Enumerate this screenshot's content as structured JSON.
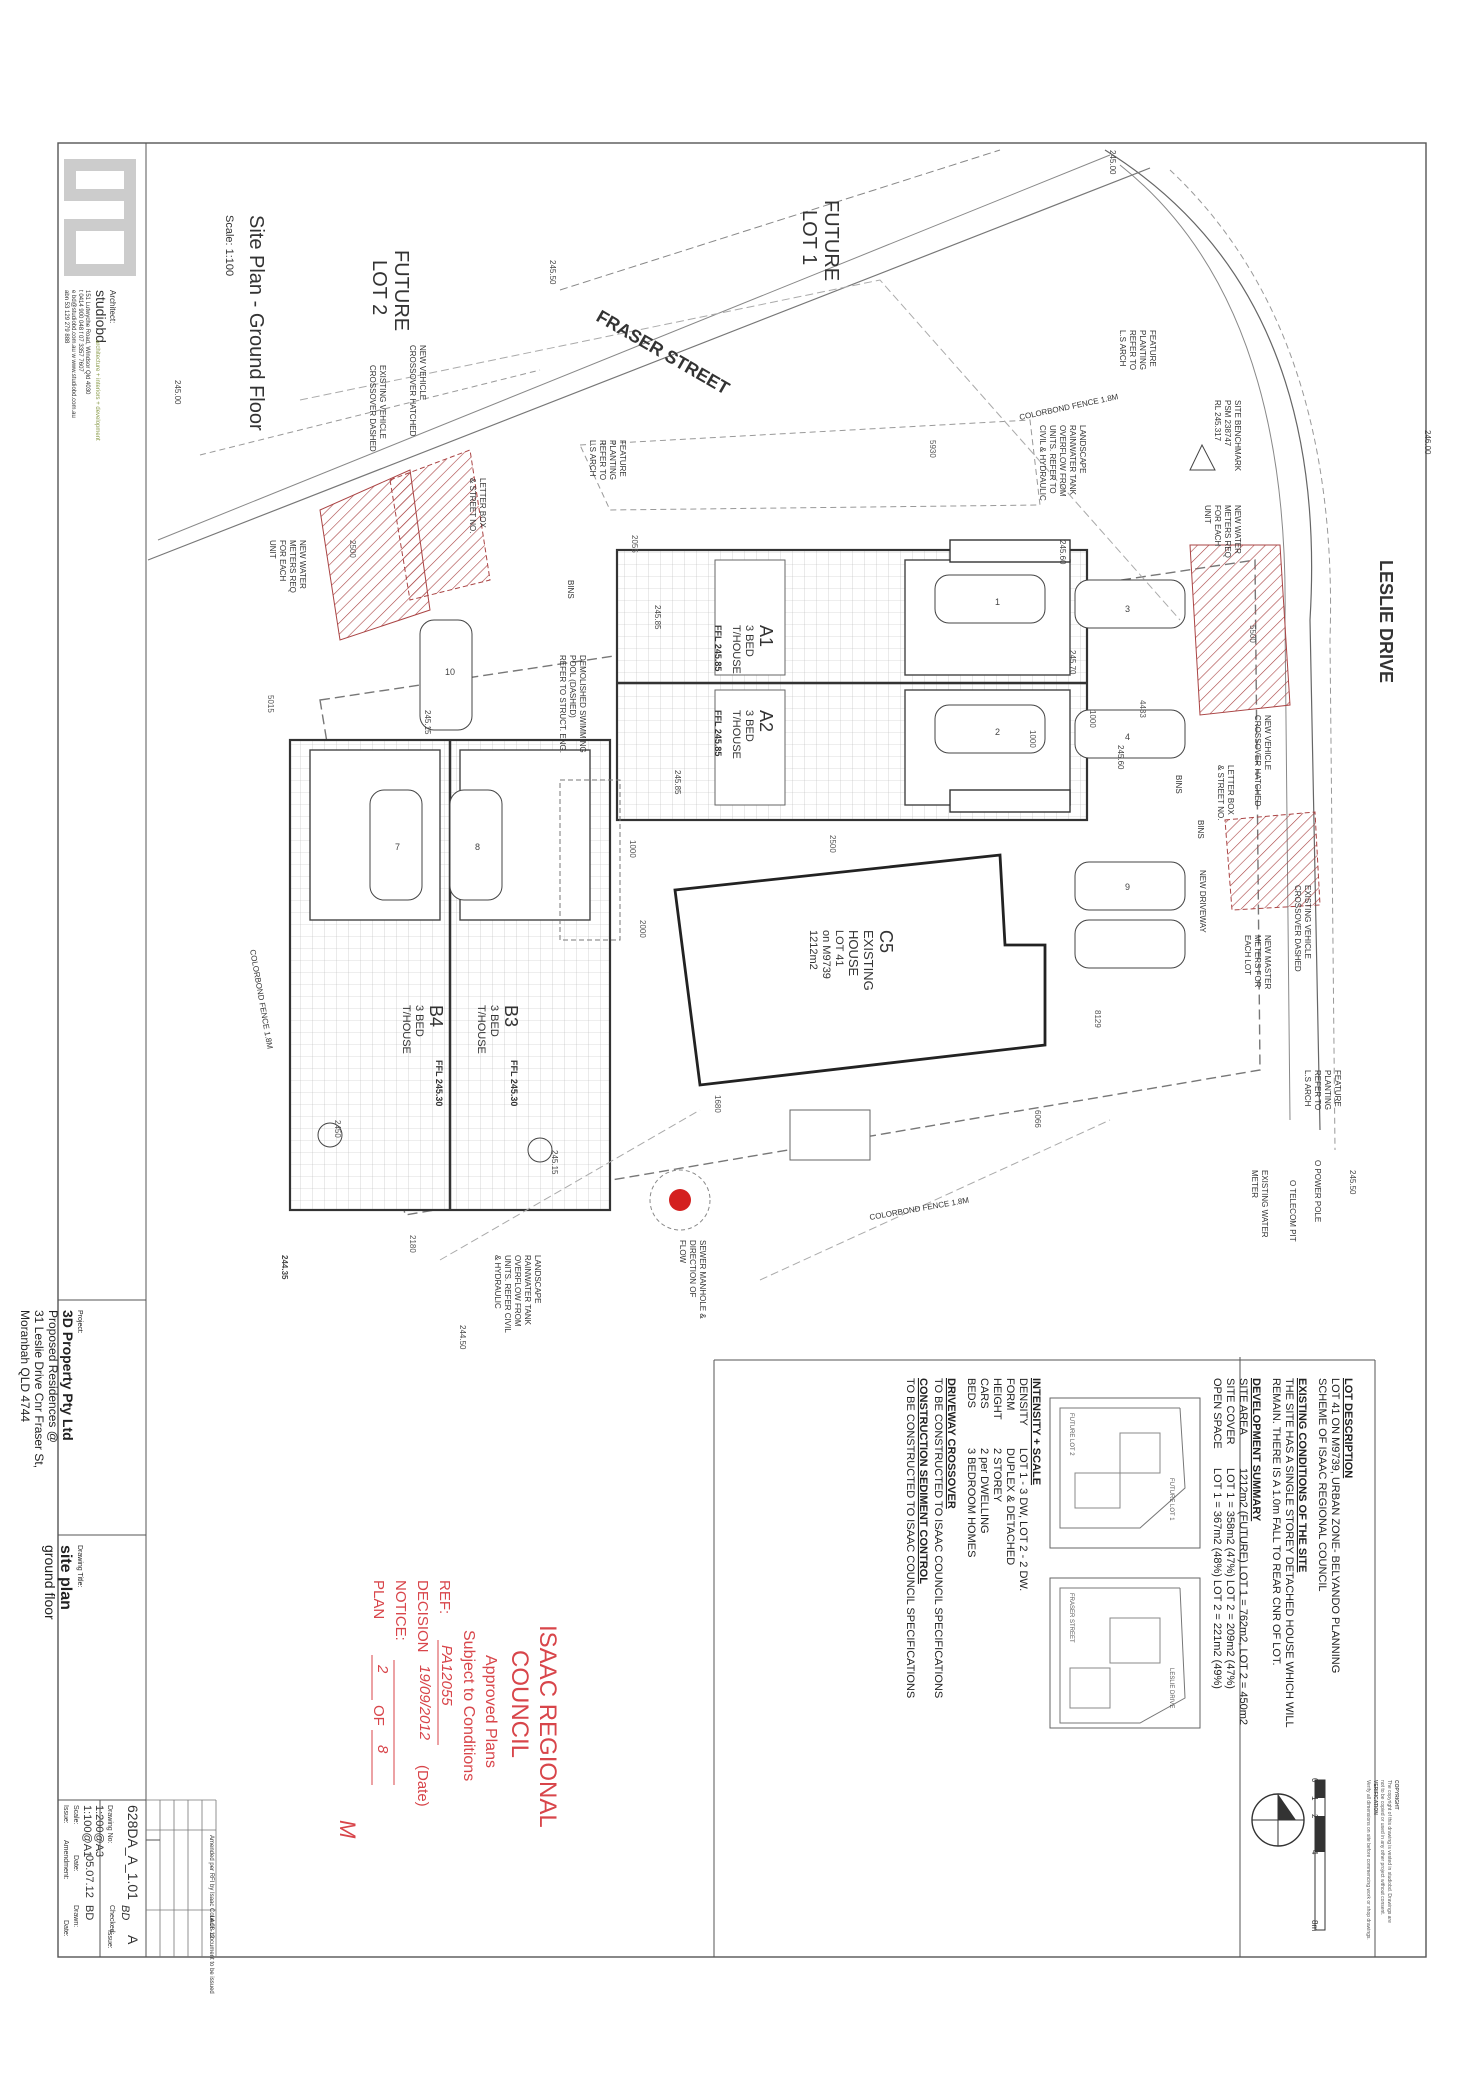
{
  "streets": {
    "leslie": "LESLIE DRIVE",
    "fraser": "FRASER STREET"
  },
  "lots": {
    "future_lot_1": [
      "FUTURE",
      "LOT 1"
    ],
    "future_lot_2": [
      "FUTURE",
      "LOT 2"
    ]
  },
  "drawing_title": {
    "main": "Site Plan - Ground Floor",
    "scale": "Scale: 1:100"
  },
  "units": {
    "a1": {
      "name": "A1",
      "desc": [
        "3 BED",
        "T/HOUSE"
      ],
      "ffl": "FFL 245.85"
    },
    "a2": {
      "name": "A2",
      "desc": [
        "3 BED",
        "T/HOUSE"
      ],
      "ffl": "FFL 245.85"
    },
    "b3": {
      "name": "B3",
      "desc": [
        "3 BED",
        "T/HOUSE"
      ],
      "ffl": "FFL 245.30"
    },
    "b4": {
      "name": "B4",
      "desc": [
        "3 BED",
        "T/HOUSE"
      ],
      "ffl": "FFL 245.30"
    },
    "c5": {
      "name": "C5",
      "desc": [
        "EXISTING",
        "HOUSE",
        "LOT 41",
        "on M9739",
        "1212m2"
      ]
    }
  },
  "notes": {
    "colorbond_top": "COLORBOND FENCE 1.8M",
    "colorbond_right": "COLORBOND FENCE 1.8M",
    "colorbond_bottom": "COLORBOND FENCE 1.8M",
    "benchmark": [
      "SITE BENCHMARK",
      "PSM 238747",
      "RL 245.317"
    ],
    "feature_planting_top": [
      "FEATURE",
      "PLANTING",
      "REFER TO",
      "L.S ARCH"
    ],
    "feature_planting_mid": [
      "FEATURE",
      "PLANTING",
      "REFER TO",
      "L.S ARCH"
    ],
    "feature_planting_left": [
      "FEATURE",
      "PLANTING",
      "REFER TO",
      "L.S ARCH"
    ],
    "rainwater_tank_a": [
      "LANDSCAPE",
      "RAINWATER TANK",
      "OVERFLOW FROM",
      "UNITS. REFER TO",
      "CIVIL & HYDRAULIC"
    ],
    "rainwater_tank_b": [
      "LANDSCAPE",
      "RAINWATER TANK",
      "OVERFLOW FROM",
      "UNITS. REFER CIVIL",
      "& HYDRAULIC"
    ],
    "water_meters_a": [
      "NEW WATER",
      "METERS REQ",
      "FOR EACH",
      "UNIT"
    ],
    "water_meters_b": [
      "NEW WATER",
      "METERS REQ",
      "FOR EACH",
      "UNIT"
    ],
    "water_meters_c": [
      "NEW MASTER",
      "METERS FOR",
      "EACH LOT"
    ],
    "new_crossover_top": [
      "NEW VEHICLE",
      "CROSSOVER HATCHED"
    ],
    "new_crossover_left": [
      "NEW VEHICLE",
      "CROSSOVER HATCHED"
    ],
    "existing_crossover_a": [
      "EXISTING VEHICLE",
      "CROSSOVER DASHED"
    ],
    "existing_crossover_b": [
      "EXISTING VEHICLE",
      "CROSSOVER DASHED"
    ],
    "letter_box_a": [
      "LETTER BOX",
      "& STREET NO."
    ],
    "letter_box_b": [
      "LETTER BOX",
      "& STREET NO."
    ],
    "new_driveway": "NEW DRIVEWAY",
    "pool": [
      "DEMOLISHED SWIMMING",
      "POOL (DASHED)",
      "REFER TO STRUCT. ENG."
    ],
    "sewer": [
      "SEWER MANHOLE &",
      "DIRECTION OF",
      "FLOW"
    ],
    "power_pole": "O POWER POLE",
    "telecom": "O TELECOM PIT",
    "water_meter_exist": [
      "EXISTING WATER",
      "METER"
    ],
    "bins": "BINS",
    "levels": [
      "245.00",
      "245.50",
      "245.00",
      "246.00",
      "245.50",
      "244.50",
      "245.60",
      "245.85",
      "245.70",
      "245.60",
      "245.85",
      "245.15",
      "244.35",
      "245.15"
    ],
    "dims": [
      "5500",
      "4433",
      "1000",
      "2500",
      "2000",
      "1000",
      "8129",
      "6066",
      "1680",
      "2450",
      "2180",
      "5015",
      "2055",
      "5930",
      "1000",
      "2500"
    ]
  },
  "car_numbers": [
    "1",
    "2",
    "3",
    "4",
    "7",
    "8",
    "9",
    "10"
  ],
  "lot_description": {
    "heading": "LOT DESCRIPTION",
    "text": [
      "LOT 41 ON M9739, URBAN ZONE- BELYANDO PLANNING",
      "SCHEME OF ISAAC REGIONAL COUNCIL"
    ]
  },
  "existing_conditions": {
    "heading": "EXISTING CONDITIONS OF THE SITE",
    "text": [
      "THE SITE HAS A SINGLE STOREY DETACHED HOUSE WHICH WILL",
      "REMAIN. THERE IS A 1.0m FALL TO REAR CNR OF LOT."
    ]
  },
  "development_summary": {
    "heading": "DEVELOPMENT SUMMARY",
    "rows": [
      {
        "label": "SITE AREA",
        "value": "1212m2 (FUTURE) LOT 1 = 762m2, LOT 2 = 450m2"
      },
      {
        "label": "SITE COVER",
        "value": "LOT 1 = 358m2 (47%) LOT 2 = 209m2 (47%)"
      },
      {
        "label": "OPEN SPACE",
        "value": "LOT 1 = 367m2 (48%) LOT 2 = 221m2 (49%)"
      }
    ]
  },
  "intensity": {
    "heading": "INTENSITY + SCALE",
    "rows": [
      {
        "label": "DENSITY",
        "value": "LOT 1 - 3 DW, LOT 2 - 2 DW."
      },
      {
        "label": "FORM",
        "value": "DUPLEX & DETACHED"
      },
      {
        "label": "HEIGHT",
        "value": "2 STOREY"
      },
      {
        "label": "CARS",
        "value": "2 per DWELLING"
      },
      {
        "label": "BEDS",
        "value": "3 BEDROOM HOMES"
      }
    ]
  },
  "driveway": {
    "heading": "DRIVEWAY CROSSOVER",
    "text": "TO BE CONSTRUCTED TO ISAAC COUNCIL SPECIFICATIONS"
  },
  "sediment": {
    "heading": "CONSTRUCTION SEDIMENT CONTROL",
    "text": "TO BE CONSTRUCTED TO ISAAC COUNCIL SPECIFICATIONS"
  },
  "key_plan_labels": [
    "FUTURE LOT 1",
    "FUTURE LOT 2",
    "LESLIE DRIVE",
    "FRASER STREET"
  ],
  "stamp": {
    "line1": "ISAAC REGIONAL",
    "line2": "COUNCIL",
    "line3": "Approved Plans",
    "line4": "Subject to Conditions",
    "ref_label": "REF:",
    "ref_value": "PA12055",
    "decision_label": "DECISION",
    "decision_value": "19/09/2012",
    "date_hint": "(Date)",
    "notice_label": "NOTICE:",
    "plan_label": "PLAN",
    "plan_value": "2",
    "plan_of": "OF",
    "plan_total": "8",
    "initials": "M"
  },
  "title_block": {
    "architect_label": "Architect:",
    "firm": "studiobd",
    "firm_tagline": "architecture + interiors + development",
    "firm_address": [
      "151 Lutwyche Road, Windsor Qld 4030",
      "t 0414 900 048 f 07 3357 7607",
      "e bd@studiobd.com.au w www.studiobd.com.au"
    ],
    "abn": "abn 53 129 279 888",
    "project_label": "Project:",
    "client": "3D Property Pty Ltd",
    "project_lines": [
      "Proposed Residences @",
      "31 Leslie Drive Cnr Fraser St,",
      "Moranbah QLD 4744"
    ],
    "drawing_title_label": "Drawing Title:",
    "drawing_title": "site plan",
    "drawing_subtitle": "ground floor",
    "issue_label": "Issue:",
    "amend_label": "Amendment:",
    "amend_text": "Amended per RFI by Isaac Council - document to be issued",
    "date_label": "Date:",
    "date_value": "14.08.12",
    "scale_label": "Scale:",
    "scale_value": [
      "1:100@A1",
      "1:200@A3"
    ],
    "issue_date_label": "Date:",
    "issue_date": "05.07.12",
    "drawn_label": "Drawn:",
    "drawn": "BD",
    "checked_label": "Checked:",
    "checked": "BD",
    "drawing_no_label": "Drawing No:",
    "drawing_no": "628DA_A_1.01",
    "issue_no_label": "Issue:",
    "issue_no": "A",
    "scalebar": [
      "0",
      "1",
      "2",
      "4",
      "8m"
    ],
    "copyright": [
      "COPYRIGHT",
      "The copyright of this drawing is vested in studiobd. Drawings are",
      "not to be copied or used in any other project without consent.",
      "VERIFICATION",
      "Verify all dimensions on site before commencing work or shop drawings."
    ]
  }
}
